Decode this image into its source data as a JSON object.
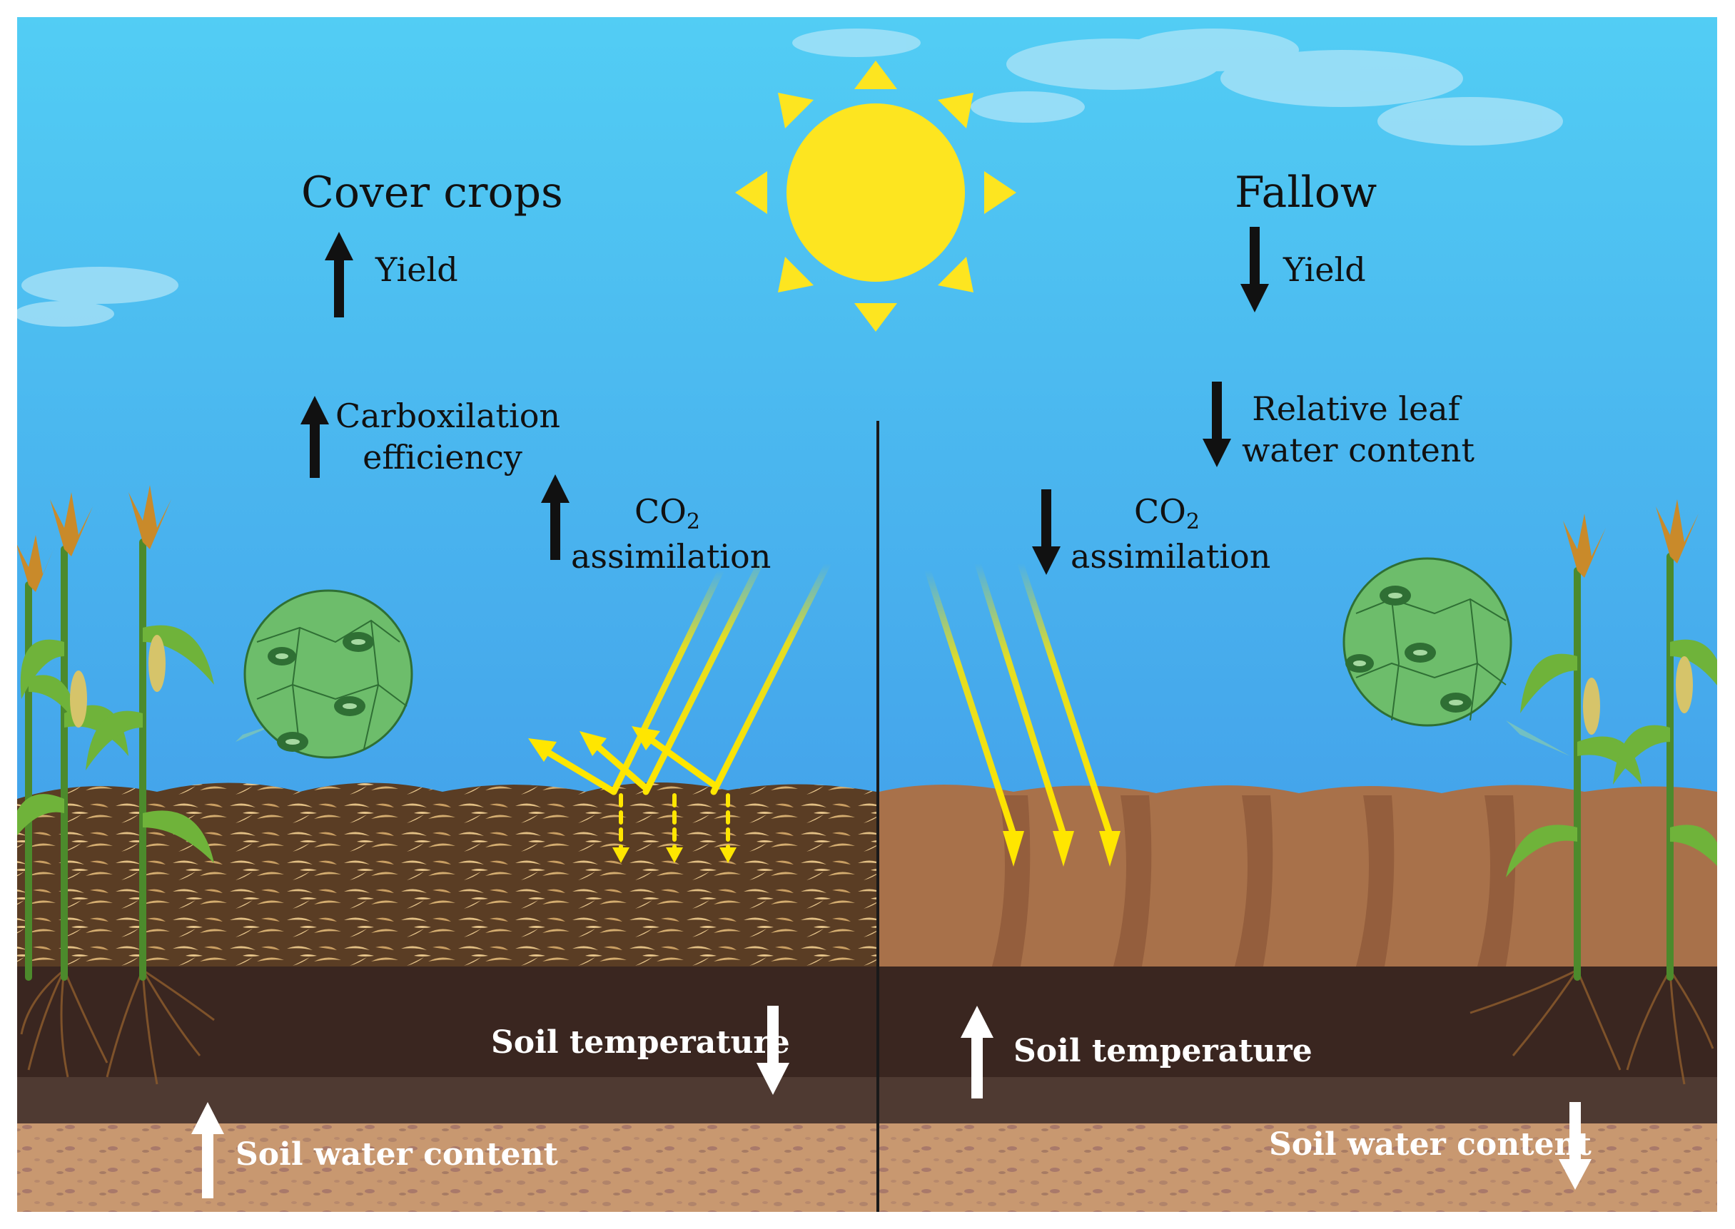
{
  "panels": {
    "left": {
      "title": "Cover crops",
      "yield_label": "Yield",
      "carboxilation_line1": "Carboxilation",
      "carboxilation_line2": "efficiency",
      "co2_prefix": "CO",
      "co2_subscript": "2",
      "co2_line2": "assimilation",
      "soil_temperature_label": "Soil temperature",
      "soil_water_label": "Soil water content"
    },
    "right": {
      "title": "Fallow",
      "yield_label": "Yield",
      "leaf_water_line1": "Relative leaf",
      "leaf_water_line2": "water content",
      "co2_prefix": "CO",
      "co2_subscript": "2",
      "co2_line2": "assimilation",
      "soil_temperature_label": "Soil temperature",
      "soil_water_label": "Soil water content"
    }
  },
  "indicators": {
    "left_yield": "up",
    "left_carboxilation": "up",
    "left_co2": "up",
    "left_soil_temperature": "down",
    "left_soil_water": "up",
    "right_yield": "down",
    "right_leaf_water": "down",
    "right_co2": "down",
    "right_soil_temperature": "up",
    "right_soil_water": "down"
  },
  "colors": {
    "sky_top": "#52cdf4",
    "sky_bottom": "#3d8fe6",
    "sun": "#fde520",
    "sun_rays": "#fde520",
    "light_rays": "#ffe600",
    "mulch": "#d9b47a",
    "mulch_dark": "#6b4a2b",
    "bare_soil": "#a8714a",
    "soil_dark": "#3a2620",
    "soil_mid": "#4f3a32",
    "subsoil": "#c9976e",
    "leaf_circle": "#6dbd6b",
    "arrow_black": "#111111",
    "arrow_white": "#ffffff"
  }
}
